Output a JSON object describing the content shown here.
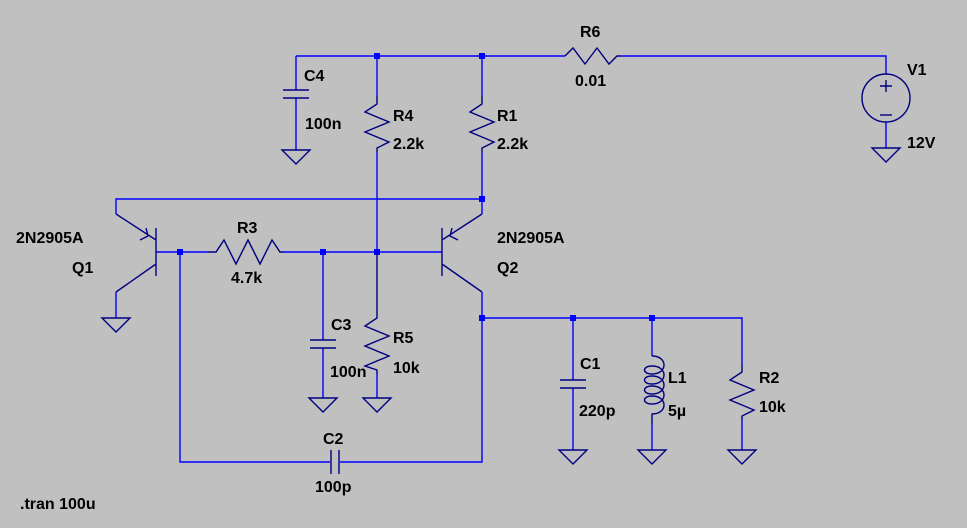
{
  "colors": {
    "background": "#c0c0c0",
    "wire": "#0000ff",
    "component": "#000080",
    "text": "#000000"
  },
  "components": {
    "R6": {
      "name": "R6",
      "value": "0.01"
    },
    "V1": {
      "name": "V1",
      "value": "12V"
    },
    "C4": {
      "name": "C4",
      "value": "100n"
    },
    "R4": {
      "name": "R4",
      "value": "2.2k"
    },
    "R1": {
      "name": "R1",
      "value": "2.2k"
    },
    "Q1": {
      "name": "Q1",
      "value": "2N2905A"
    },
    "Q2": {
      "name": "Q2",
      "value": "2N2905A"
    },
    "R3": {
      "name": "R3",
      "value": "4.7k"
    },
    "C3": {
      "name": "C3",
      "value": "100n"
    },
    "R5": {
      "name": "R5",
      "value": "10k"
    },
    "C1": {
      "name": "C1",
      "value": "220p"
    },
    "L1": {
      "name": "L1",
      "value": "5µ"
    },
    "R2": {
      "name": "R2",
      "value": "10k"
    },
    "C2": {
      "name": "C2",
      "value": "100p"
    }
  },
  "directive": ".tran 100u"
}
